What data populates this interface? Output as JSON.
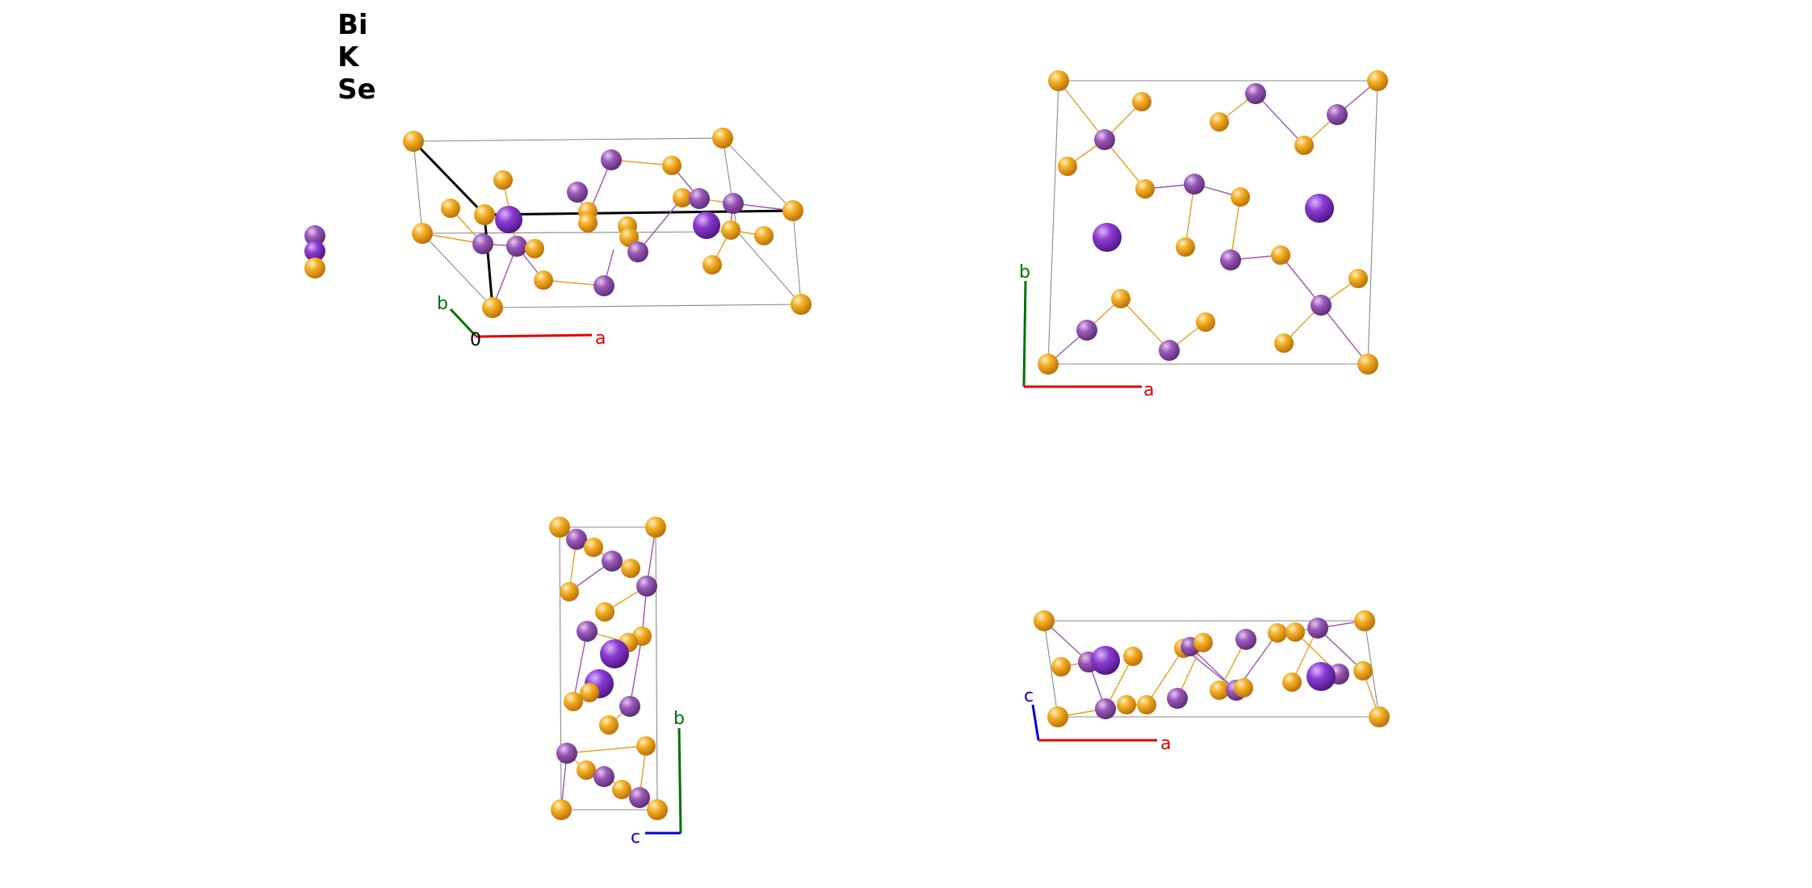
{
  "legend": {
    "elements": [
      {
        "symbol": "Bi",
        "color": "#9a50b5"
      },
      {
        "symbol": "K",
        "color": "#8a35c8"
      },
      {
        "symbol": "Se",
        "color": "#f0a000"
      }
    ]
  },
  "colors": {
    "axis_a": "#e00000",
    "axis_b": "#007000",
    "axis_c": "#0000cc",
    "origin": "#000000",
    "cell_edge": "#8a8a8a",
    "bond_se": "#e6a020",
    "bond_bi": "#9a55b0"
  },
  "views": [
    {
      "id": "perspective",
      "axes": [
        {
          "label": "b",
          "color": "#007000"
        },
        {
          "label": "a",
          "color": "#e00000"
        }
      ],
      "origin_label": "0"
    },
    {
      "id": "along-c",
      "axes": [
        {
          "label": "b",
          "color": "#007000"
        },
        {
          "label": "a",
          "color": "#e00000"
        }
      ]
    },
    {
      "id": "along-a",
      "axes": [
        {
          "label": "b",
          "color": "#007000"
        },
        {
          "label": "c",
          "color": "#0000cc"
        }
      ]
    },
    {
      "id": "along-b",
      "axes": [
        {
          "label": "c",
          "color": "#0000cc"
        },
        {
          "label": "a",
          "color": "#e00000"
        }
      ]
    }
  ]
}
